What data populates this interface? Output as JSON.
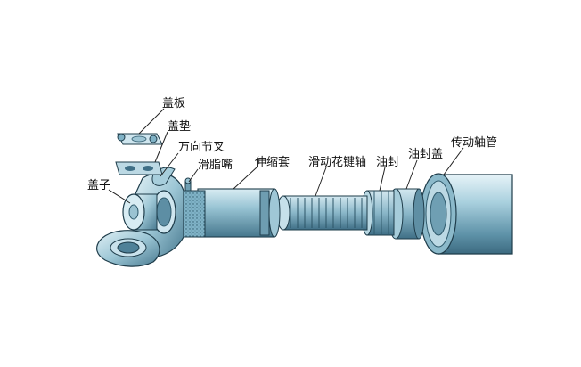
{
  "labels": {
    "cover_plate": "盖板",
    "gasket": "盖垫",
    "universal_joint_fork": "万向节叉",
    "grease_nipple": "滑脂嘴",
    "cap": "盖子",
    "telescopic_sleeve": "伸缩套",
    "sliding_spline_shaft": "滑动花键轴",
    "oil_seal": "油封",
    "oil_seal_cover": "油封盖",
    "drive_shaft_tube": "传动轴管"
  },
  "colors": {
    "steel_light": "#cfe6ef",
    "steel_mid": "#7fb2c6",
    "steel_dark": "#3f6f86",
    "outline": "#1e3c4a"
  }
}
